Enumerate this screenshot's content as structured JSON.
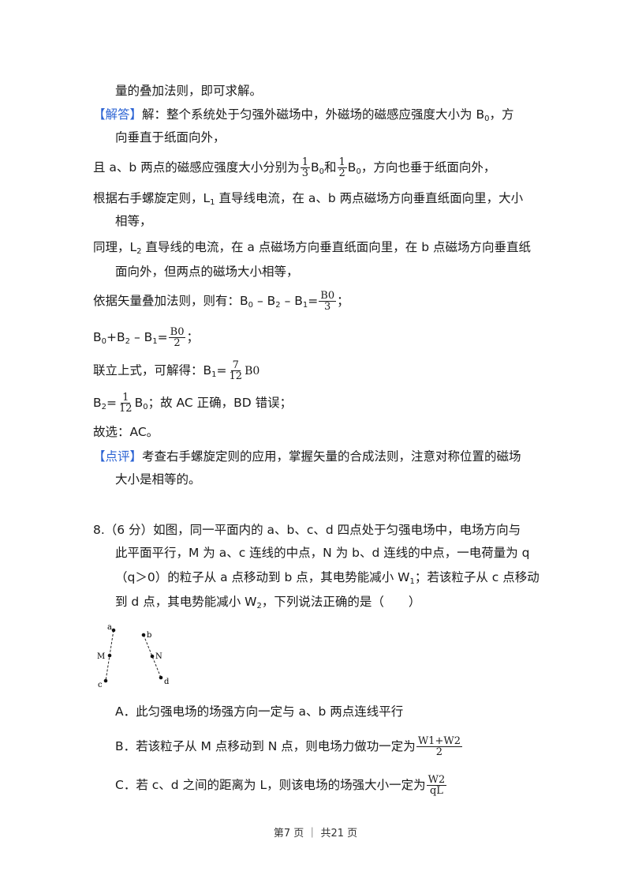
{
  "lines": {
    "l1": "量的叠加法则，即可求解。",
    "jieda_tag": "【解答】",
    "l2a": "解：整个系统处于匀强外磁场中，外磁场的磁感应强度大小为 B",
    "l2b": "，方",
    "l3": "向垂直于纸面向外，",
    "l4a": "且 a、b 两点的磁感应强度大小分别为",
    "l4b": "和",
    "l4c": "，方向也垂于纸面向外，",
    "l5a": "根据右手螺旋定则，L",
    "l5b": " 直导线电流，在 a、b 两点磁场方向垂直纸面向里，大小",
    "l6": "相等，",
    "l7a": "同理，L",
    "l7b": " 直导线的电流，在 a 点磁场方向垂直纸面向里，在 b 点磁场方向垂直纸",
    "l8": "面向外，但两点的磁场大小相等，",
    "l9a": "依据矢量叠加法则，则有：B",
    "l10_tail": "；",
    "l11a": "联立上式，可解得：B",
    "l12a": "B",
    "l12b": "；故 AC 正确，BD 错误；",
    "l13": "故选：AC。",
    "dianping_tag": "【点评】",
    "l14": "考查右手螺旋定则的应用，掌握矢量的合成法则，注意对称位置的磁场",
    "l15": "大小是相等的。"
  },
  "question": {
    "q1": "8.（6 分）如图，同一平面内的 a、b、c、d 四点处于匀强电场中，电场方向与",
    "q2": "此平面平行，M 为 a、c 连线的中点，N 为 b、d 连线的中点，一电荷量为 q",
    "q3": "（q＞0）的粒子从 a 点移动到 b 点，其电势能减小 W",
    "q3b": "；若该粒子从 c 点移动",
    "q4": "到 d 点，其电势能减小 W",
    "q4b": "，下列说法正确的是（　　）",
    "optA": "A．此匀强电场的场强方向一定与 a、b 两点连线平行",
    "optB": "B．若该粒子从 M 点移动到 N 点，则电场力做功一定为",
    "optC": "C．若 c、d 之间的距离为 L，则该电场的场强大小一定为"
  },
  "figure": {
    "a": "a",
    "b": "b",
    "c": "c",
    "d": "d",
    "M": "M",
    "N": "N"
  },
  "symbols": {
    "B": "B",
    "sub0": "0",
    "sub1": "1",
    "sub2": "2",
    "one": "1",
    "three": "3",
    "two": "2",
    "seven": "7",
    "twelve": "12",
    "B0": "B0",
    "minus_b2": " – B",
    "minus_b1": " – B",
    "plus_b2": "+B",
    "eq": "=",
    "W1pW2": "W1+W2",
    "W2": "W2",
    "qL": "qL"
  },
  "footer": "第7 页 ｜ 共21 页"
}
